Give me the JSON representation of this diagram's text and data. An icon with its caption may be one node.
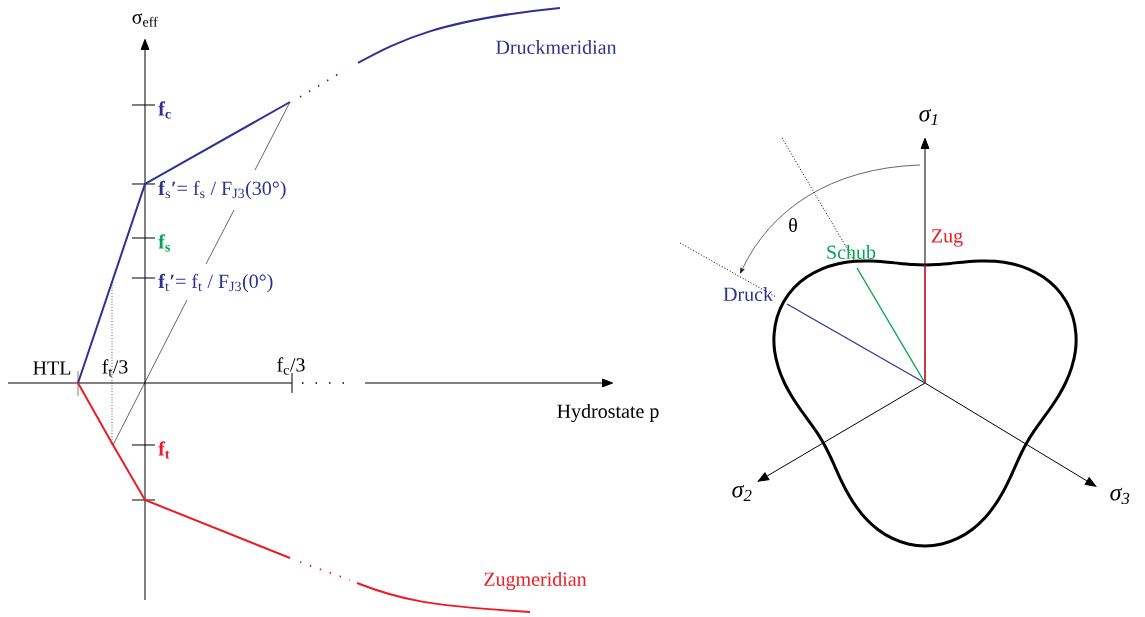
{
  "diagram": {
    "labels": [
      "σ$_{eff}$",
      "Druckmeridian",
      "f$_{c}$",
      "**f**$_{s}$**′**= f$_{s}$ / F$_{J3}$(30°)",
      "f$_{s}$",
      "**f**$_{t}$**′**= f$_{t}$ / F$_{J3}$(0°)",
      "HTL",
      "f$_{t}$/3",
      "f$_{c}$/3",
      "Hydrostate p",
      "f$_{t}$",
      "Zugmeridian",
      "σ$_{1}$",
      "θ",
      "Zug",
      "Schub",
      "Druck",
      "σ$_{2}$",
      "σ$_{3}$"
    ]
  }
}
